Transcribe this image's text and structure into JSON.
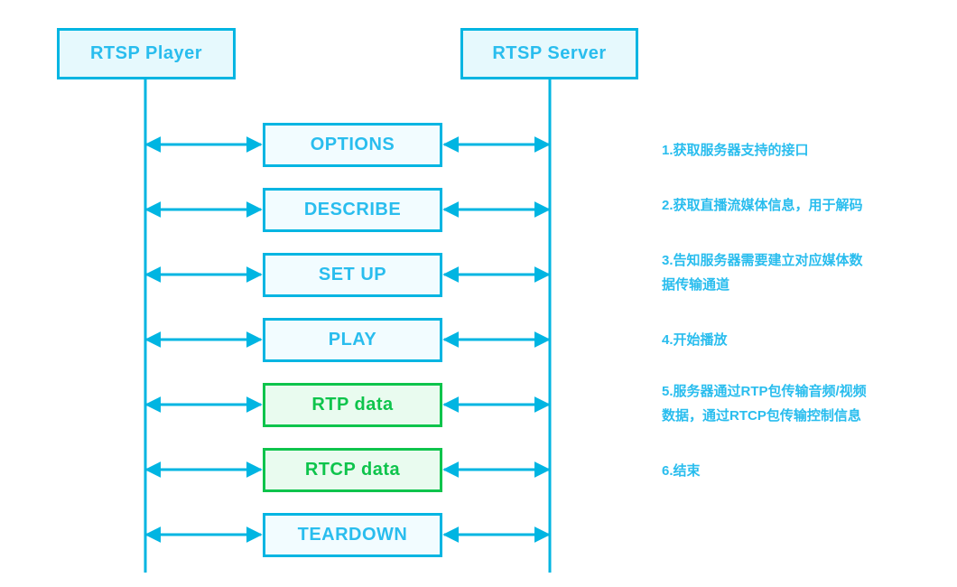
{
  "diagram": {
    "title": "RTSP sequence diagram",
    "colors": {
      "cyan_stroke": "#00b5e2",
      "cyan_text": "#29bdee",
      "cyan_fill": "#f2fcff",
      "actor_fill": "#e6f9fd",
      "green_stroke": "#0ec44c",
      "green_fill": "#e9fbef",
      "background": "#ffffff"
    },
    "actors": [
      {
        "id": "player",
        "label": "RTSP Player"
      },
      {
        "id": "server",
        "label": "RTSP Server"
      }
    ],
    "messages": [
      {
        "index": 1,
        "label": "OPTIONS",
        "style": "cyan",
        "direction": "bidirectional"
      },
      {
        "index": 2,
        "label": "DESCRIBE",
        "style": "cyan",
        "direction": "bidirectional"
      },
      {
        "index": 3,
        "label": "SET UP",
        "style": "cyan",
        "direction": "bidirectional"
      },
      {
        "index": 4,
        "label": "PLAY",
        "style": "cyan",
        "direction": "bidirectional"
      },
      {
        "index": 5,
        "label": "RTP data",
        "style": "green",
        "direction": "bidirectional"
      },
      {
        "index": 6,
        "label": "RTCP data",
        "style": "green",
        "direction": "bidirectional"
      },
      {
        "index": 7,
        "label": "TEARDOWN",
        "style": "cyan",
        "direction": "bidirectional"
      }
    ],
    "notes": [
      {
        "index": 1,
        "lines": [
          "1.获取服务器支持的接口"
        ]
      },
      {
        "index": 2,
        "lines": [
          "2.获取直播流媒体信息，用于解码"
        ]
      },
      {
        "index": 3,
        "lines": [
          "3.告知服务器需要建立对应媒体数",
          "据传输通道"
        ]
      },
      {
        "index": 4,
        "lines": [
          "4.开始播放"
        ]
      },
      {
        "index": 5,
        "lines": [
          "5.服务器通过RTP包传输音频/视频",
          "数据，通过RTCP包传输控制信息"
        ]
      },
      {
        "index": 6,
        "lines": [
          "6.结束"
        ]
      }
    ]
  }
}
